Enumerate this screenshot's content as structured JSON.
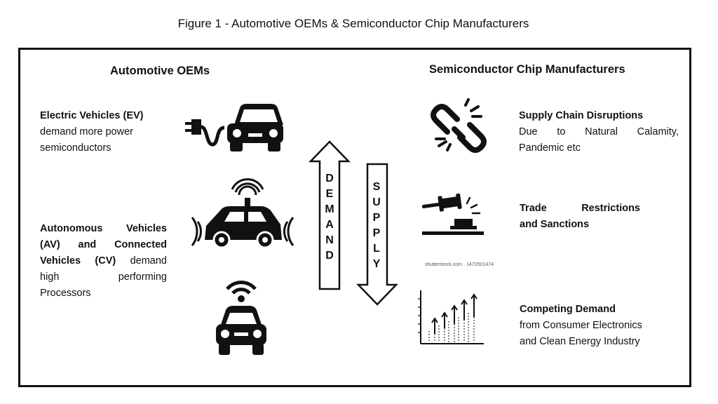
{
  "figure_title": "Figure 1 - Automotive OEMs & Semiconductor Chip Manufacturers",
  "left": {
    "heading": "Automotive OEMs",
    "ev": {
      "bold": "Electric Vehicles (EV)",
      "line2": "demand more power",
      "line3": "semiconductors",
      "icon": "ev-car-plug-icon"
    },
    "av": {
      "line1": "Autonomous Vehicles",
      "line2": "(AV) and Connected",
      "line3_bold": "Vehicles (CV)",
      "line3_rest": " demand",
      "line4a": "high",
      "line4b": "performing",
      "line5": "Processors",
      "icon_car": "connected-car-side-icon",
      "icon_front": "connected-car-front-icon"
    }
  },
  "center": {
    "demand_letters": [
      "D",
      "E",
      "M",
      "A",
      "N",
      "D"
    ],
    "supply_letters": [
      "S",
      "U",
      "P",
      "P",
      "L",
      "Y"
    ]
  },
  "right": {
    "heading": "Semiconductor Chip Manufacturers",
    "supply_chain": {
      "title": "Supply Chain Disruptions",
      "line2": "Due to Natural Calamity,",
      "line3": "Pandemic etc",
      "icon": "broken-chain-icon"
    },
    "trade": {
      "line1": "Trade Restrictions",
      "line2": "and Sanctions",
      "icon": "gavel-icon",
      "watermark": "shutterstock.com · 1472501474"
    },
    "competing": {
      "title": "Competing Demand",
      "line2": "from Consumer Electronics",
      "line3": "and Clean Energy Industry",
      "icon": "rising-bars-chart-icon"
    }
  },
  "colors": {
    "ink": "#111111",
    "background": "#ffffff"
  }
}
